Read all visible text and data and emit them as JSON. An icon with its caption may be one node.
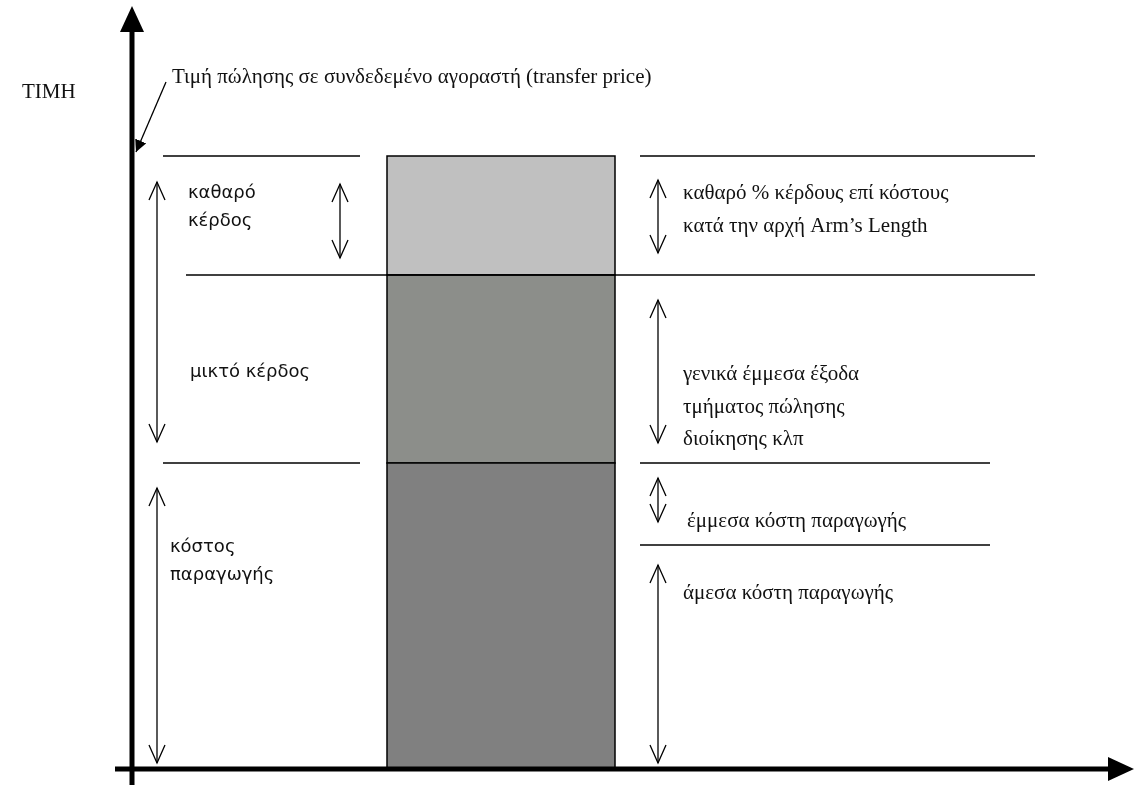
{
  "diagram": {
    "nodes": [
      {
        "text": [
          "Τιμή πώλησης σε συνδεδεμένο αγοραστή (transfer price)"
        ]
      },
      {
        "text": [],
        "shape": "line"
      }
    ],
    "edges": [
      {
        "from": 0,
        "to": 1,
        "arrow": "to"
      }
    ],
    "labels": [
      "ΤΙΜΗ",
      "καθαρό κέρδος",
      "καθαρό % κέρδους επί κόστους κατά την αρχή  Arm’s Length",
      "μικτό κέρδος",
      "γενικά έμμεσα έξοδα τμήματος πώλησης διοίκησης κλπ",
      "έμμεσα κόστη παραγωγής",
      "κόστος παραγωγής",
      "άμεσα κόστη παραγωγής"
    ]
  }
}
